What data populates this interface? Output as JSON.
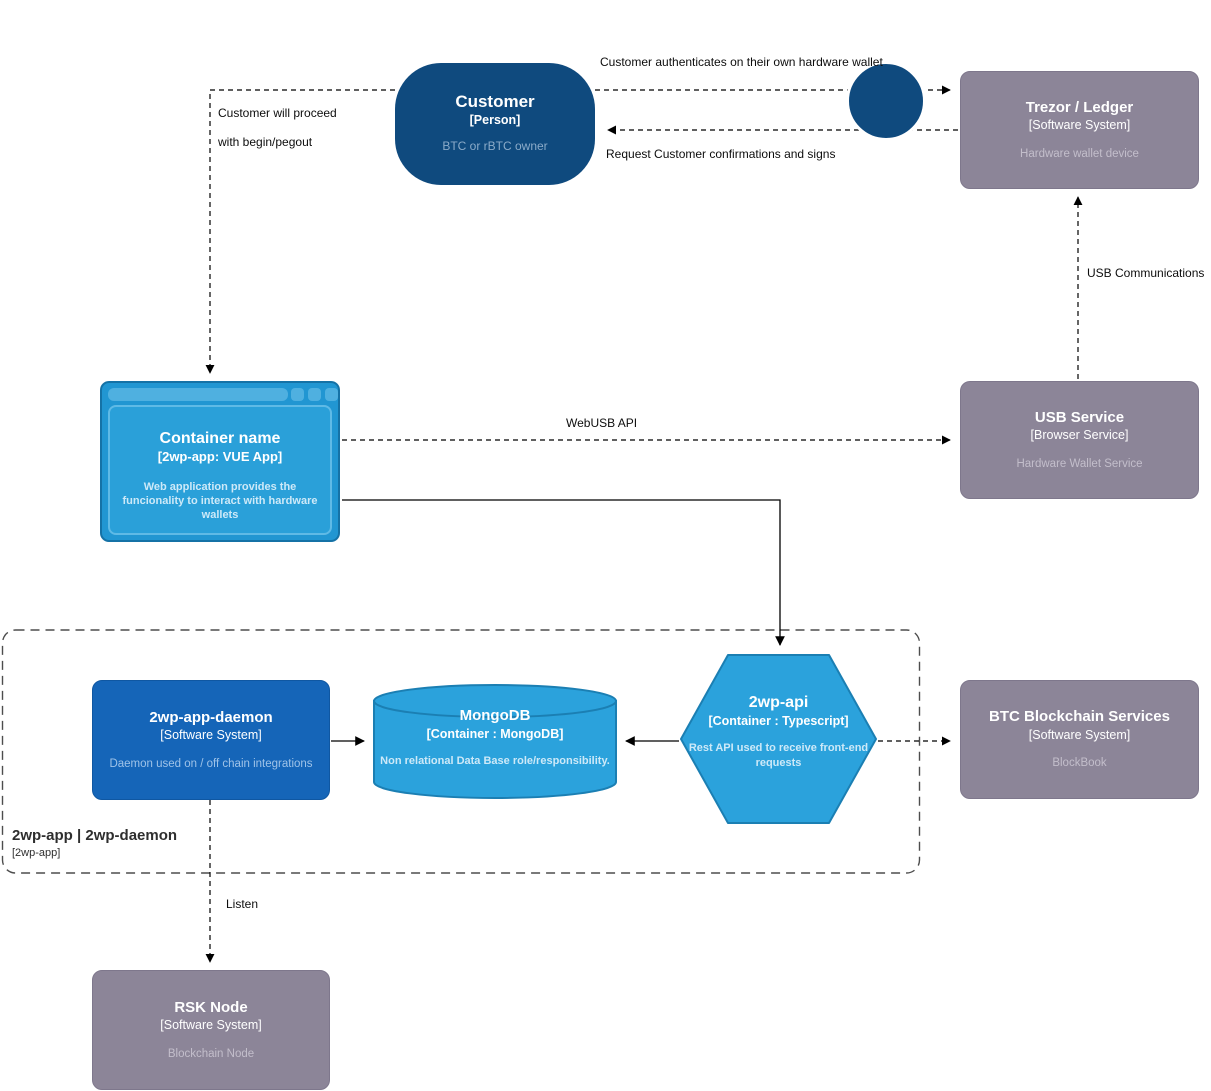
{
  "nodes": {
    "customer": {
      "title": "Customer",
      "subtitle": "[Person]",
      "desc": "BTC or rBTC owner"
    },
    "trezor": {
      "title": "Trezor / Ledger",
      "subtitle": "[Software System]",
      "desc": "Hardware wallet device"
    },
    "container": {
      "title": "Container name",
      "subtitle": "[2wp-app: VUE App]",
      "desc": "Web application provides the funcionality to interact with hardware wallets"
    },
    "usb_service": {
      "title": "USB Service",
      "subtitle": "[Browser Service]",
      "desc": "Hardware Wallet Service"
    },
    "daemon": {
      "title": "2wp-app-daemon",
      "subtitle": "[Software System]",
      "desc": "Daemon used on / off chain integrations"
    },
    "mongodb": {
      "title": "MongoDB",
      "subtitle": "[Container : MongoDB]",
      "desc": "Non relational Data Base role/responsibility."
    },
    "api": {
      "title": "2wp-api",
      "subtitle": "[Container : Typescript]",
      "desc": "Rest API used to receive front-end requests"
    },
    "btc": {
      "title": "BTC Blockchain Services",
      "subtitle": "[Software System]",
      "desc": "BlockBook"
    },
    "rsk": {
      "title": "RSK Node",
      "subtitle": "[Software System]",
      "desc": "Blockchain Node"
    }
  },
  "boundary": {
    "title": "2wp-app | 2wp-daemon",
    "subtitle": "[2wp-app]"
  },
  "edges": {
    "auth": "Customer authenticates on their own hardware wallet",
    "request": "Request Customer confirmations and signs",
    "proceed_line1": "Customer will proceed",
    "proceed_line2": "with begin/pegout",
    "usb_comm": "USB Communications",
    "webusb": "WebUSB API",
    "listen": "Listen"
  },
  "colors": {
    "person_navy": "#0F4A7E",
    "daemon_blue": "#1565B8",
    "light_blue": "#2BA2DC",
    "light_blue_border": "#1B7FB3",
    "system_gray": "#8C8598",
    "gray_desc": "#C3BECB",
    "blue_desc": "#CDE9F8"
  }
}
